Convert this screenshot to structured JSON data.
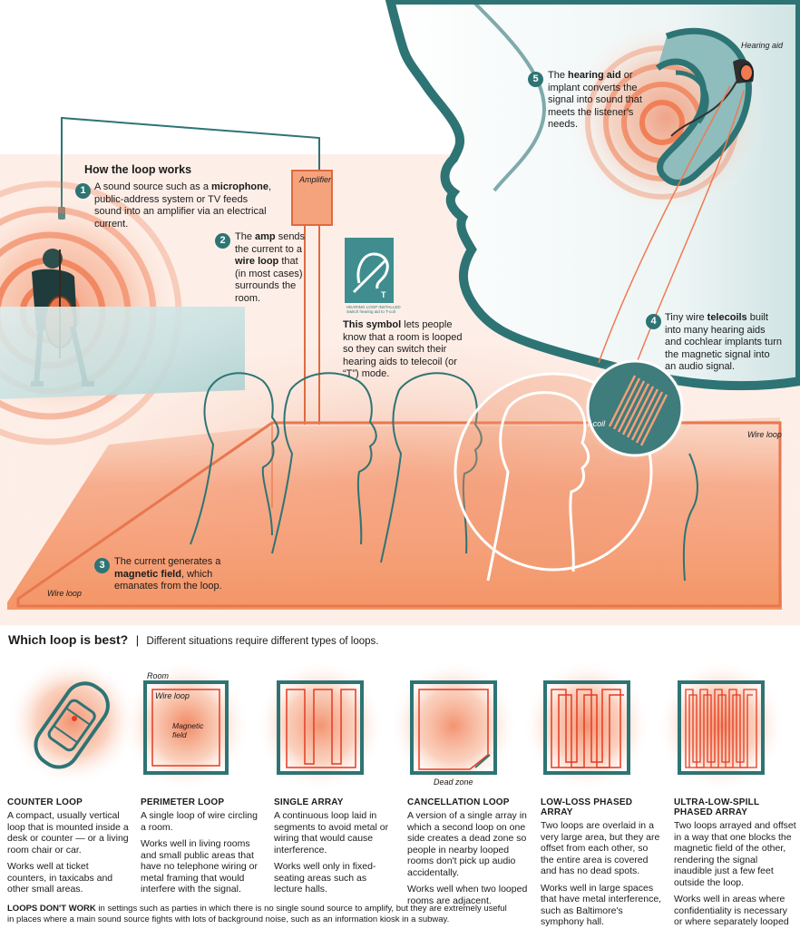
{
  "how_title": "How the loop works",
  "steps": [
    {
      "num": "1",
      "pre": "A sound source such as a ",
      "bold": "microphone",
      "post": ", public-address system or TV feeds sound into an amplifier via an electrical current."
    },
    {
      "num": "2",
      "pre": "The ",
      "bold": "amp",
      "mid": " sends the current to a ",
      "bold2": "wire loop",
      "post": " that (in most cases) surrounds the room."
    },
    {
      "num": "3",
      "pre": "The current generates a ",
      "bold": "magnetic field",
      "post": ", which emanates from the loop."
    },
    {
      "num": "4",
      "pre": "Tiny wire ",
      "bold": "telecoils",
      "post": " built into many hearing aids and cochlear implants turn the magnetic signal into an audio signal."
    },
    {
      "num": "5",
      "pre": "The ",
      "bold": "hearing aid",
      "post": " or implant converts the signal into sound that meets the listener's needs."
    }
  ],
  "symbol_note": {
    "bold": "This symbol",
    "post": " lets people know that a room is looped so they can switch their hearing aids to telecoil (or “T”) mode."
  },
  "symbol_text": {
    "letter": "T",
    "line1": "HEARING LOOP INSTALLED",
    "line2": "Switch hearing aid to T-coil"
  },
  "labels": {
    "amplifier": "Amplifier",
    "hearing_aid": "Hearing aid",
    "t_coil": "T-coil",
    "wire_loop_right": "Wire loop",
    "wire_loop_left": "Wire loop"
  },
  "which": {
    "title": "Which loop is best?",
    "separator": "|",
    "subtitle": "Different situations require different types of loops."
  },
  "diagram_labels": {
    "room": "Room",
    "wire_loop": "Wire loop",
    "magnetic_field": "Magnetic field",
    "dead_zone": "Dead zone"
  },
  "loops": [
    {
      "title": "COUNTER LOOP",
      "desc": "A compact, usually vertical loop that is mounted inside a desk or counter — or a living room chair or car.",
      "works": "Works well at ticket counters, in taxicabs and other small areas."
    },
    {
      "title": "PERIMETER LOOP",
      "desc": "A single loop of wire circling a room.",
      "works": "Works well in living rooms and small public areas that have no telephone wiring or metal framing that would interfere with the signal."
    },
    {
      "title": "SINGLE ARRAY",
      "desc": "A continuous loop laid in segments to avoid metal or wiring that would cause interference.",
      "works": "Works well only in fixed-seating areas such as lecture halls."
    },
    {
      "title": "CANCELLATION LOOP",
      "desc": "A version of a single array in which a second loop on one side creates a dead zone so people in nearby looped rooms don't pick up audio accidentally.",
      "works": "Works well when two looped rooms are adjacent."
    },
    {
      "title": "LOW-LOSS PHASED ARRAY",
      "desc": "Two loops are overlaid in a very large area, but they are offset from each other, so the entire area is covered and has no dead spots.",
      "works": "Works well in large spaces that have metal interference, such as Baltimore's symphony hall."
    },
    {
      "title": "ULTRA-LOW-SPILL PHASED ARRAY",
      "desc": "Two loops arrayed and offset in a way that one blocks the magnetic field of the other, rendering the signal inaudible just a few feet outside the loop.",
      "works": "Works well in areas where confidentiality is necessary or where separately looped rooms are close together."
    }
  ],
  "footer": {
    "bold": "LOOPS DON'T WORK",
    "text": " in settings such as parties in which there is no single sound source to amplify, but they are extremely useful in places where a main sound source fights with lots of background noise, such as an information kiosk in a subway."
  },
  "colors": {
    "teal": "#2e7474",
    "orange": "#ef7a52",
    "light_orange": "#f7b79b"
  }
}
